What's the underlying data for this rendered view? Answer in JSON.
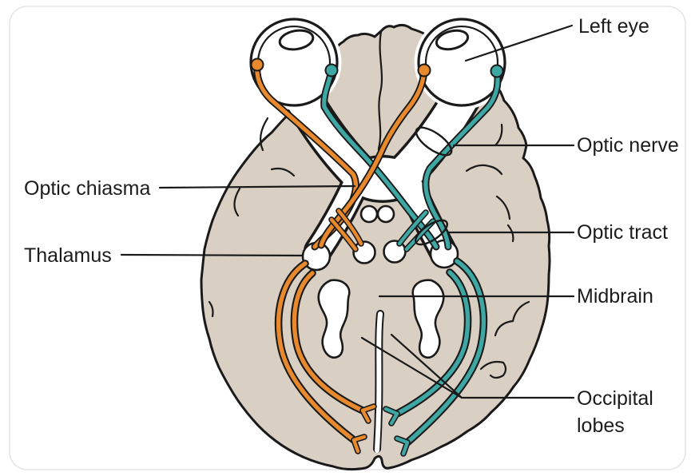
{
  "labels": {
    "left_eye": "Left eye",
    "optic_nerve": "Optic nerve",
    "optic_chiasma": "Optic chiasma",
    "thalamus": "Thalamus",
    "optic_tract": "Optic tract",
    "midbrain": "Midbrain",
    "occipital_line1": "Occipital",
    "occipital_line2": "lobes"
  },
  "colors": {
    "fiber_orange": "#E8892E",
    "fiber_teal": "#3FA7A3",
    "brain_fill": "#D9CFC3",
    "outline": "#1A1A1A",
    "label_text": "#1C1C1C",
    "leader_line": "#1A1A1A",
    "card_background": "#FFFFFF",
    "card_border": "#E6E6E6"
  }
}
